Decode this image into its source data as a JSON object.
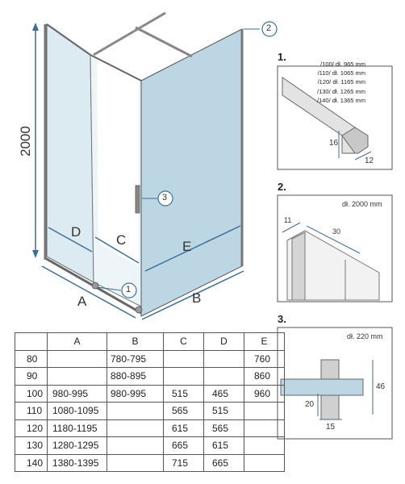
{
  "main": {
    "height_label": "2000",
    "dim_labels": {
      "a": "A",
      "b": "B",
      "c": "C",
      "d": "D",
      "e": "E"
    },
    "callouts": [
      "1",
      "2",
      "3"
    ]
  },
  "details": {
    "d1": {
      "number": "1.",
      "lengths": [
        "/100/ dł. 965 mm",
        "/110/ dł. 1065 mm",
        "/120/ dł. 1165 mm",
        "/130/ dł. 1265 mm",
        "/140/ dł. 1365 mm"
      ],
      "dim_height": "16",
      "dim_depth": "12"
    },
    "d2": {
      "number": "2.",
      "length": "dł. 2000 mm",
      "dim_width": "11",
      "dim_length": "30"
    },
    "d3": {
      "number": "3.",
      "length": "dł. 220 mm",
      "dim_height": "46",
      "dim_small": "20",
      "dim_width": "15"
    }
  },
  "table": {
    "headers": [
      "",
      "A",
      "B",
      "C",
      "D",
      "E"
    ],
    "rows": [
      [
        "80",
        "",
        "780-795",
        "",
        "",
        "760"
      ],
      [
        "90",
        "",
        "880-895",
        "",
        "",
        "860"
      ],
      [
        "100",
        "980-995",
        "980-995",
        "515",
        "465",
        "960"
      ],
      [
        "110",
        "1080-1095",
        "",
        "565",
        "515",
        ""
      ],
      [
        "120",
        "1180-1195",
        "",
        "615",
        "565",
        ""
      ],
      [
        "130",
        "1280-1295",
        "",
        "665",
        "615",
        ""
      ],
      [
        "140",
        "1380-1395",
        "",
        "715",
        "665",
        ""
      ]
    ]
  },
  "colors": {
    "glass": "#bcd7e3",
    "glass_light": "#dbeaf0",
    "dim_line": "#3a6f9a",
    "profile": "#c8c8c8",
    "profile_dark": "#9a9a9a"
  }
}
